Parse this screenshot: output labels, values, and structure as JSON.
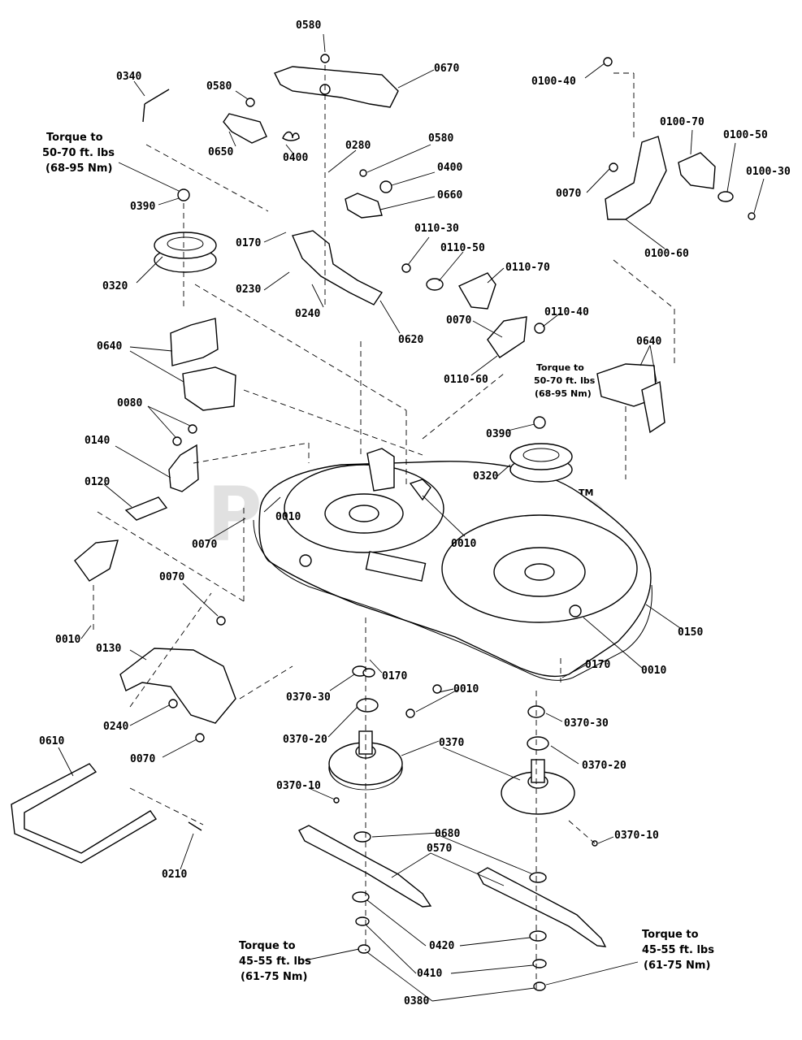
{
  "watermark": "PartsTree",
  "trademark": "TM",
  "torque_notes": {
    "upper_left": [
      "Torque to",
      "50-70 ft. lbs",
      "(68-95 Nm)"
    ],
    "mid_right": [
      "Torque to",
      "50-70 ft. lbs",
      "(68-95 Nm)"
    ],
    "lower_left": [
      "Torque to",
      "45-55 ft. lbs",
      "(61-75 Nm)"
    ],
    "lower_right": [
      "Torque to",
      "45-55 ft. lbs",
      "(61-75 Nm)"
    ]
  },
  "callouts": [
    "0580",
    "0670",
    "0340",
    "0580",
    "0650",
    "0400",
    "0100-40",
    "0100-70",
    "0100-50",
    "0100-30",
    "0280",
    "0580",
    "0400",
    "0660",
    "0070",
    "0390",
    "0170",
    "0110-30",
    "0110-50",
    "0110-70",
    "0100-60",
    "0320",
    "0230",
    "0240",
    "0620",
    "0070",
    "0110-40",
    "0640",
    "0640",
    "0110-60",
    "0390",
    "0080",
    "0140",
    "0320",
    "0120",
    "0010",
    "0010",
    "0070",
    "0150",
    "0070",
    "0010",
    "0170",
    "0010",
    "0130",
    "0170",
    "0010",
    "0370-30",
    "0370-30",
    "0240",
    "0370-20",
    "0370",
    "0370-20",
    "0610",
    "0070",
    "0370-10",
    "0370",
    "0370-10",
    "0680",
    "0210",
    "0570",
    "0420",
    "0410",
    "0380"
  ]
}
